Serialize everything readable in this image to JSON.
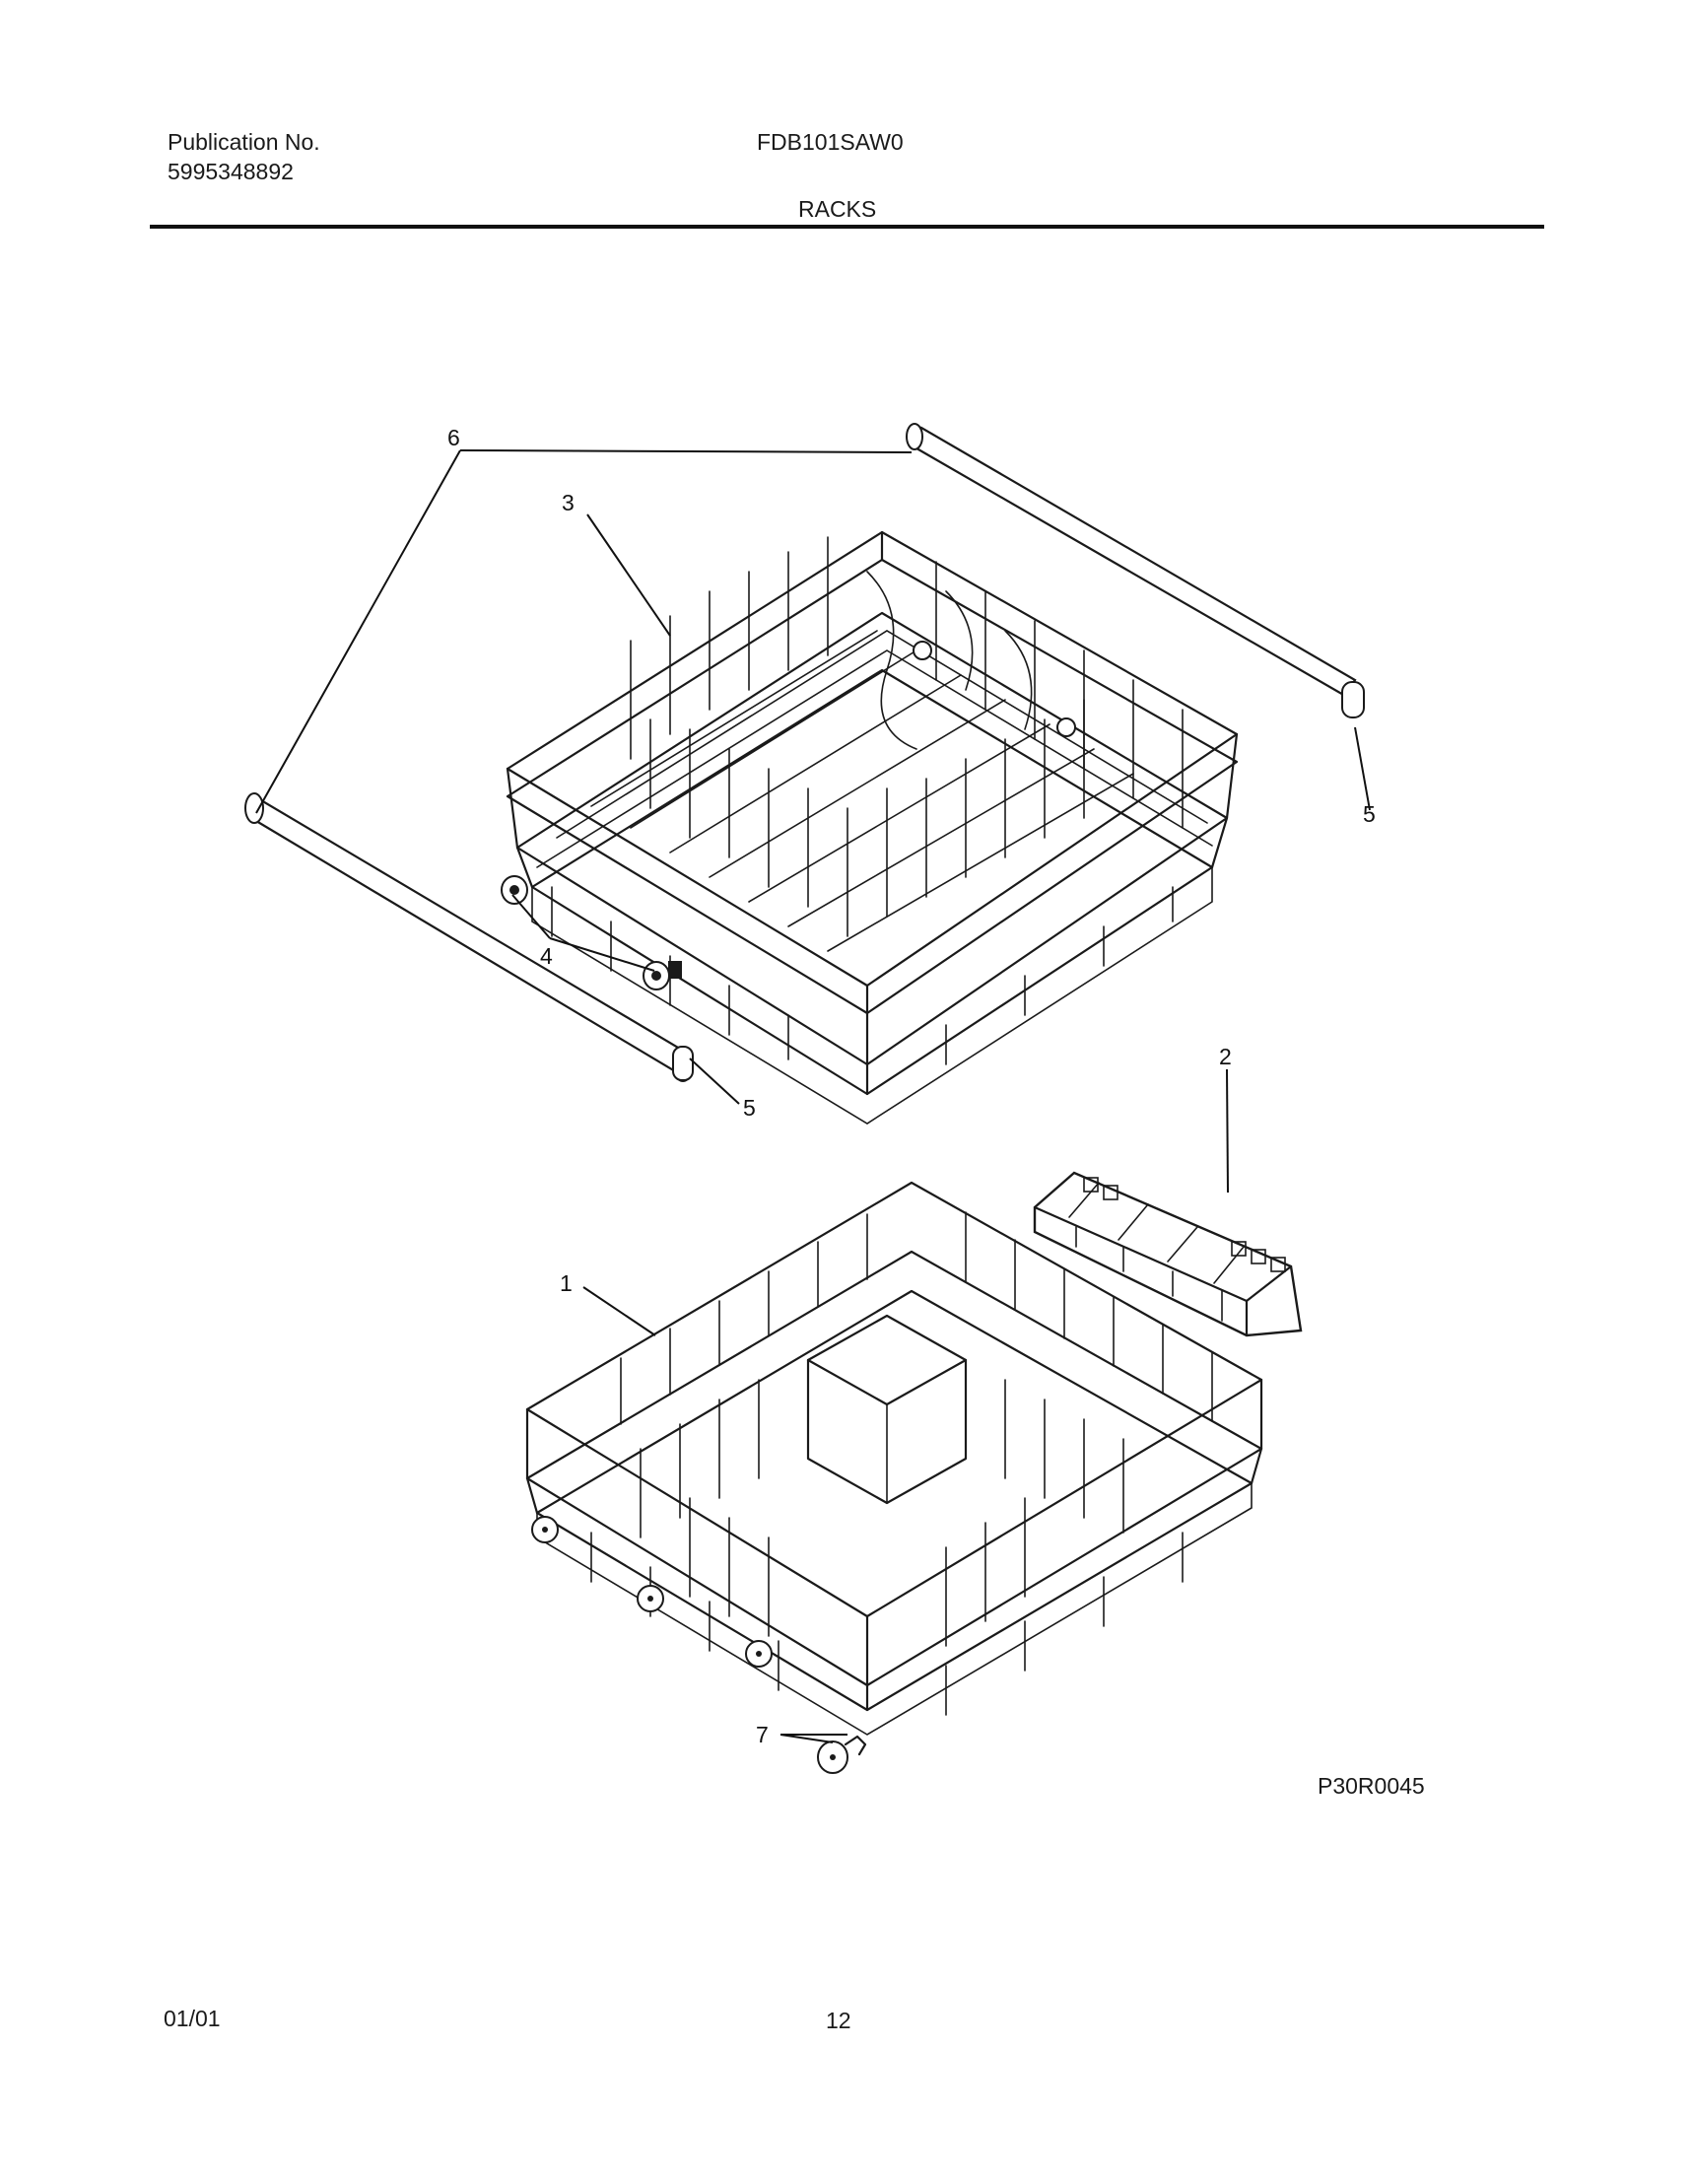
{
  "header": {
    "publication_label": "Publication No.",
    "publication_number": "5995348892",
    "model": "FDB101SAW0",
    "section": "RACKS"
  },
  "callouts": {
    "c1": "1",
    "c2": "2",
    "c3": "3",
    "c4": "4",
    "c5a": "5",
    "c5b": "5",
    "c6": "6",
    "c7": "7"
  },
  "figure_code": "P30R0045",
  "footer": {
    "date": "01/01",
    "page": "12"
  }
}
